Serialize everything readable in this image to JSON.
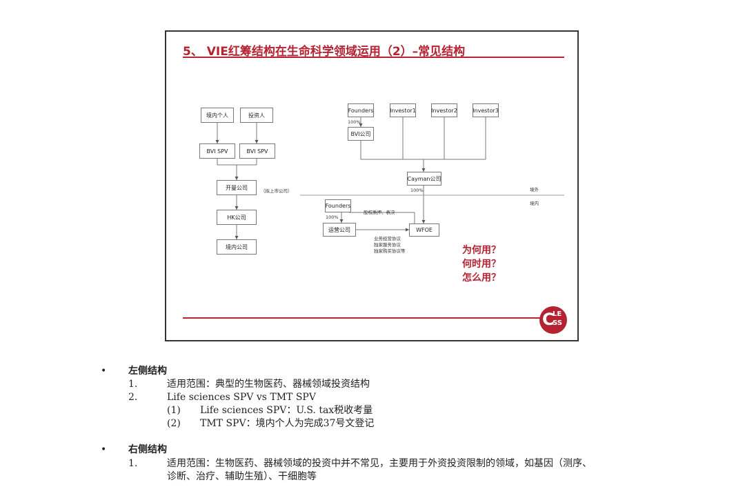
{
  "slide": {
    "title": "5、 VIE红筹结构在生命科学领域运用（2）–常见结构",
    "logo": {
      "c": "C",
      "le": "LE",
      "ss": "SS"
    },
    "left_chart": {
      "box_domestic_individual": "境内个人",
      "box_investor": "投资人",
      "box_bvi_spv_1": "BVI SPV",
      "box_bvi_spv_2": "BVI SPV",
      "box_cayman": "开曼公司",
      "note_listing": "（拟上市公司）",
      "box_hk": "HK公司",
      "box_domestic_company": "境内公司"
    },
    "right_chart": {
      "box_founders": "Founders",
      "box_investor1": "Investor1",
      "box_investor2": "Investor2",
      "box_investor3": "Investor3",
      "pct_founders_bvi": "100%",
      "box_bvi": "BVI公司",
      "box_cayman": "Cayman公司",
      "pct_cayman_wfoe": "100%",
      "label_offshore": "境外",
      "label_onshore": "境内",
      "box_founders_domestic": "Founders",
      "pct_founders_opco": "100%",
      "label_pledge": "股权质押、表决",
      "box_opco": "运营公司",
      "box_wfoe": "WFOE",
      "agreements": [
        "业务经营协议",
        "独家服务协议",
        "独家购买协议等"
      ]
    },
    "questions": [
      "为何用？",
      "何时用？",
      "怎么用？"
    ]
  },
  "notes": {
    "left": {
      "bullet": "•",
      "heading": "左侧结构",
      "items": [
        {
          "num": "1.",
          "text": "适用范围：典型的生物医药、器械领域投资结构"
        },
        {
          "num": "2.",
          "text": "Life sciences SPV vs TMT SPV"
        }
      ],
      "subitems": [
        {
          "num": "(1)",
          "text": "Life sciences SPV：U.S. tax税收考量"
        },
        {
          "num": "(2)",
          "text": "TMT SPV：境内个人为完成37号文登记"
        }
      ]
    },
    "right": {
      "bullet": "•",
      "heading": "右侧结构",
      "items": [
        {
          "num": "1.",
          "line1": "适用范围：生物医药、器械领域的投资中并不常见，主要用于外资投资限制的领域，如基因（测序、",
          "line2": "诊断、治疗、辅助生殖）、干细胞等"
        }
      ]
    }
  }
}
